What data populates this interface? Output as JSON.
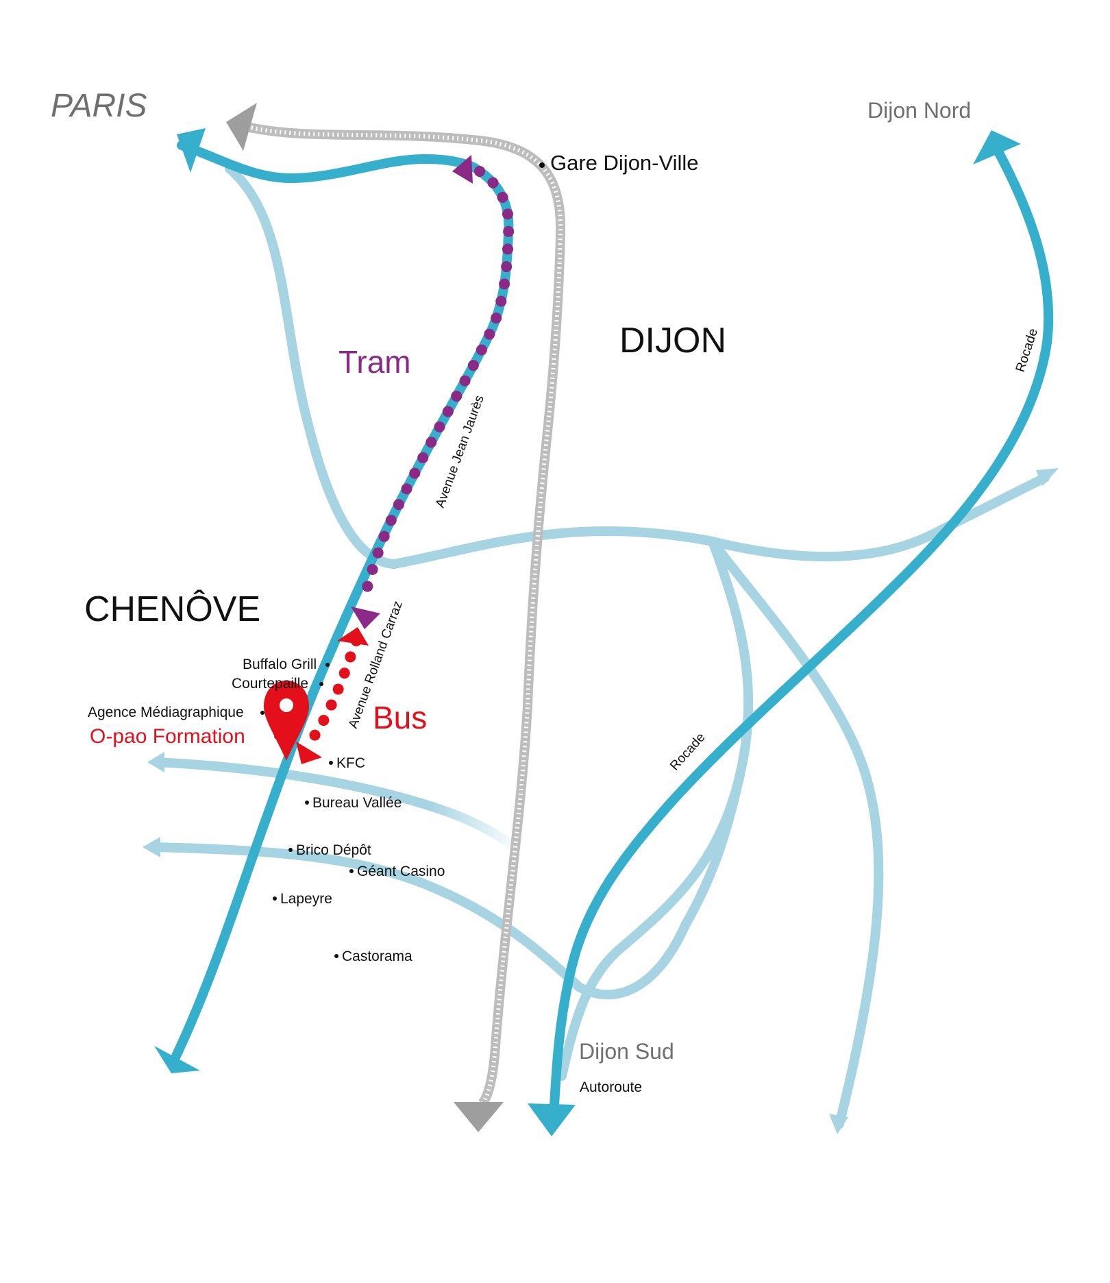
{
  "colors": {
    "road_light": "#a7d4e2",
    "road_main": "#35afcb",
    "rail": "#bdbdbd",
    "rail_arrow": "#9e9e9e",
    "tram": "#8a2a86",
    "bus": "#e3101b"
  },
  "cities": {
    "dijon": "DIJON",
    "chenove": "CHENÔVE",
    "paris": "PARIS"
  },
  "exits": {
    "dijon_nord": "Dijon Nord",
    "dijon_sud": "Dijon Sud",
    "autoroute": "Autoroute"
  },
  "station": {
    "gare": "Gare Dijon-Ville"
  },
  "transport": {
    "tram": "Tram",
    "bus": "Bus"
  },
  "roads": {
    "jean_jaures": "Avenue Jean Jaurès",
    "rolland_carraz": "Avenue Rolland Carraz",
    "rocade_1": "Rocade",
    "rocade_2": "Rocade"
  },
  "destination": {
    "name": "O-pao Formation",
    "icon": "map-pin-icon"
  },
  "pois": {
    "buffalo": "Buffalo Grill",
    "courtepaille": "Courtepaille",
    "agence": "Agence Médiagraphique",
    "kfc": "KFC",
    "bureau": "Bureau Vallée",
    "brico": "Brico Dépôt",
    "geant": "Géant Casino",
    "lapeyre": "Lapeyre",
    "castorama": "Castorama"
  }
}
